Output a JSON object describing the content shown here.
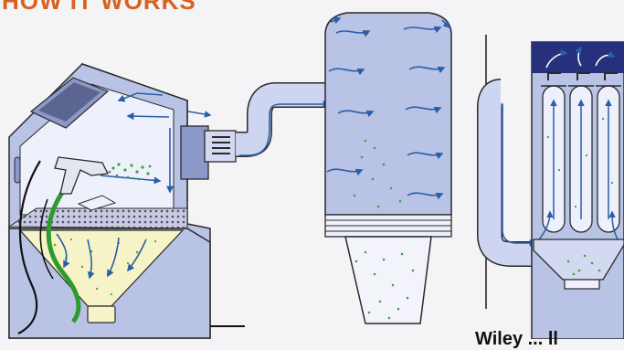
{
  "title": "HOW IT WORKS",
  "caption": "Wiley ... ll",
  "colors": {
    "title": "#d9611f",
    "equipment_fill": "#b9c3e6",
    "equipment_dark": "#8c98c8",
    "outline": "#2a2a2a",
    "air_arrow": "#2a5ea8",
    "powder": "#3aa53a",
    "powder_pool": "#f6f4c6",
    "filter_header": "#27307a"
  },
  "components": [
    {
      "name": "spray booth",
      "icon": "booth"
    },
    {
      "name": "spray gun",
      "icon": "spray-gun"
    },
    {
      "name": "fan",
      "icon": "fan"
    },
    {
      "name": "cyclone",
      "icon": "cyclone"
    },
    {
      "name": "cartridge filter",
      "icon": "filter"
    }
  ]
}
